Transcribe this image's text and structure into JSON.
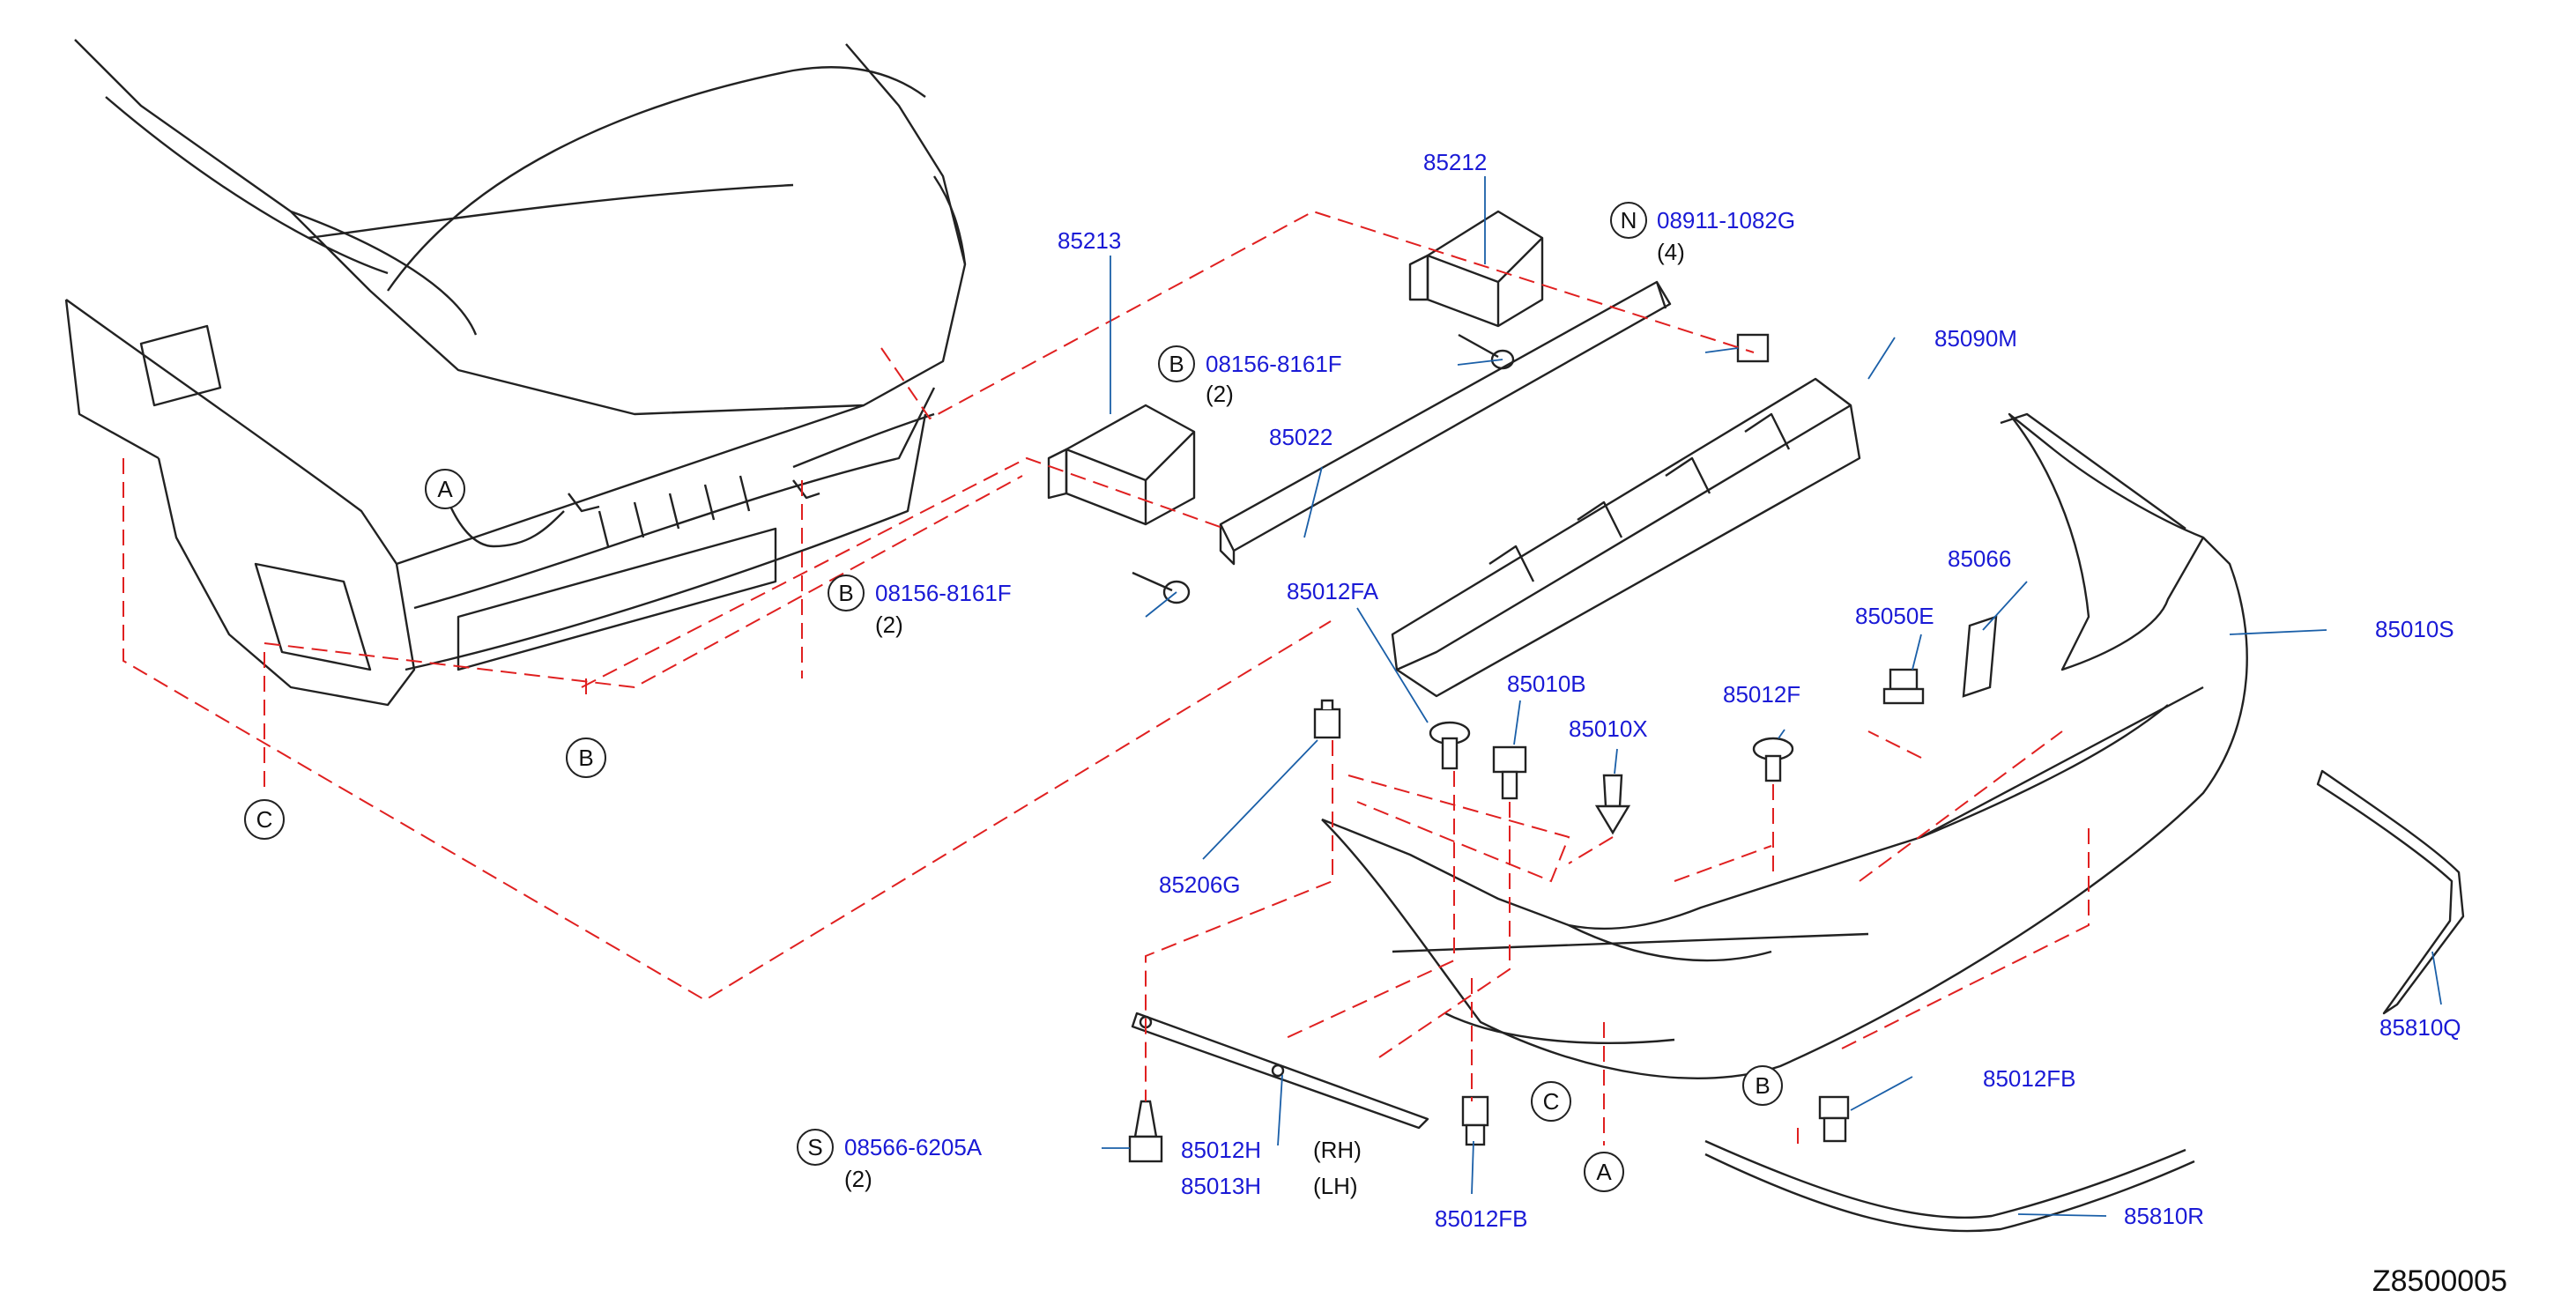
{
  "colors": {
    "label": "#1a1ad6",
    "line": "#222222",
    "leader": "#1a5fa8",
    "dash": "#e02020"
  },
  "labels": {
    "p85212": "85212",
    "p85213": "85213",
    "p85022": "85022",
    "p85090M": "85090M",
    "p85012FA": "85012FA",
    "p85066": "85066",
    "p85050E": "85050E",
    "p85010S": "85010S",
    "p85010B": "85010B",
    "p85010X": "85010X",
    "p85012F": "85012F",
    "p85206G": "85206G",
    "p85810Q": "85810Q",
    "p85012FB_right": "85012FB",
    "p85012FB_bottom": "85012FB",
    "p85810R": "85810R",
    "p85012H": "85012H",
    "p85013H": "85013H",
    "rh": "(RH)",
    "lh": "(LH)",
    "bolt_n": "08911-1082G",
    "bolt_n_qty": "(4)",
    "bolt_b1": "08156-8161F",
    "bolt_b1_qty": "(2)",
    "bolt_b2": "08156-8161F",
    "bolt_b2_qty": "(2)",
    "screw_s": "08566-6205A",
    "screw_s_qty": "(2)"
  },
  "callouts": {
    "a_top": "A",
    "b_top": "B",
    "c_left": "C",
    "n_mark": "N",
    "b_mark1": "B",
    "b_mark2": "B",
    "s_mark": "S",
    "a_bottom": "A",
    "b_bottom": "B",
    "c_bottom": "C"
  },
  "diagram_ref": "Z8500005"
}
